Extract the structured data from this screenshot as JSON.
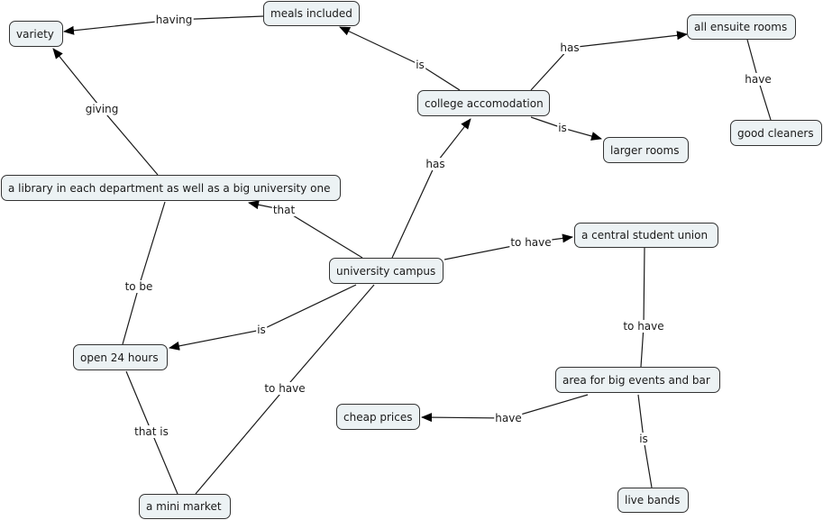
{
  "concept_map": {
    "nodes": [
      {
        "id": "variety",
        "label": "variety"
      },
      {
        "id": "meals",
        "label": "meals included"
      },
      {
        "id": "ensuite",
        "label": "all ensuite rooms"
      },
      {
        "id": "college",
        "label": "college accomodation"
      },
      {
        "id": "cleaners",
        "label": "good cleaners"
      },
      {
        "id": "larger",
        "label": "larger rooms"
      },
      {
        "id": "library",
        "label": "a library in each department as well as a big university one"
      },
      {
        "id": "campus",
        "label": "university campus"
      },
      {
        "id": "union",
        "label": "a central student union"
      },
      {
        "id": "open24",
        "label": "open 24 hours"
      },
      {
        "id": "events",
        "label": "area for big events and bar"
      },
      {
        "id": "cheap",
        "label": "cheap prices"
      },
      {
        "id": "bands",
        "label": "live bands"
      },
      {
        "id": "market",
        "label": "a mini market"
      }
    ],
    "links": [
      {
        "from": "meals",
        "to": "variety",
        "label": "having",
        "arrow": true
      },
      {
        "from": "library",
        "to": "variety",
        "label": "giving",
        "arrow": true
      },
      {
        "from": "college",
        "to": "meals",
        "label": "is",
        "arrow": true
      },
      {
        "from": "college",
        "to": "ensuite",
        "label": "has",
        "arrow": true
      },
      {
        "from": "ensuite",
        "to": "cleaners",
        "label": "have",
        "arrow": false
      },
      {
        "from": "college",
        "to": "larger",
        "label": "is",
        "arrow": true
      },
      {
        "from": "campus",
        "to": "college",
        "label": "has",
        "arrow": true
      },
      {
        "from": "campus",
        "to": "library",
        "label": "that",
        "arrow": true
      },
      {
        "from": "campus",
        "to": "union",
        "label": "to have",
        "arrow": true
      },
      {
        "from": "library",
        "to": "open24",
        "label": "to be",
        "arrow": false
      },
      {
        "from": "campus",
        "to": "open24",
        "label": "is",
        "arrow": true
      },
      {
        "from": "campus",
        "to": "market",
        "label": "to have",
        "arrow": false
      },
      {
        "from": "open24",
        "to": "market",
        "label": "that is",
        "arrow": false
      },
      {
        "from": "union",
        "to": "events",
        "label": "to have",
        "arrow": false
      },
      {
        "from": "events",
        "to": "cheap",
        "label": "have",
        "arrow": true
      },
      {
        "from": "events",
        "to": "bands",
        "label": "is",
        "arrow": false
      }
    ]
  },
  "colors": {
    "node_fill": "#ecf2f4",
    "node_border": "#333333",
    "line": "#1a1a1a"
  }
}
